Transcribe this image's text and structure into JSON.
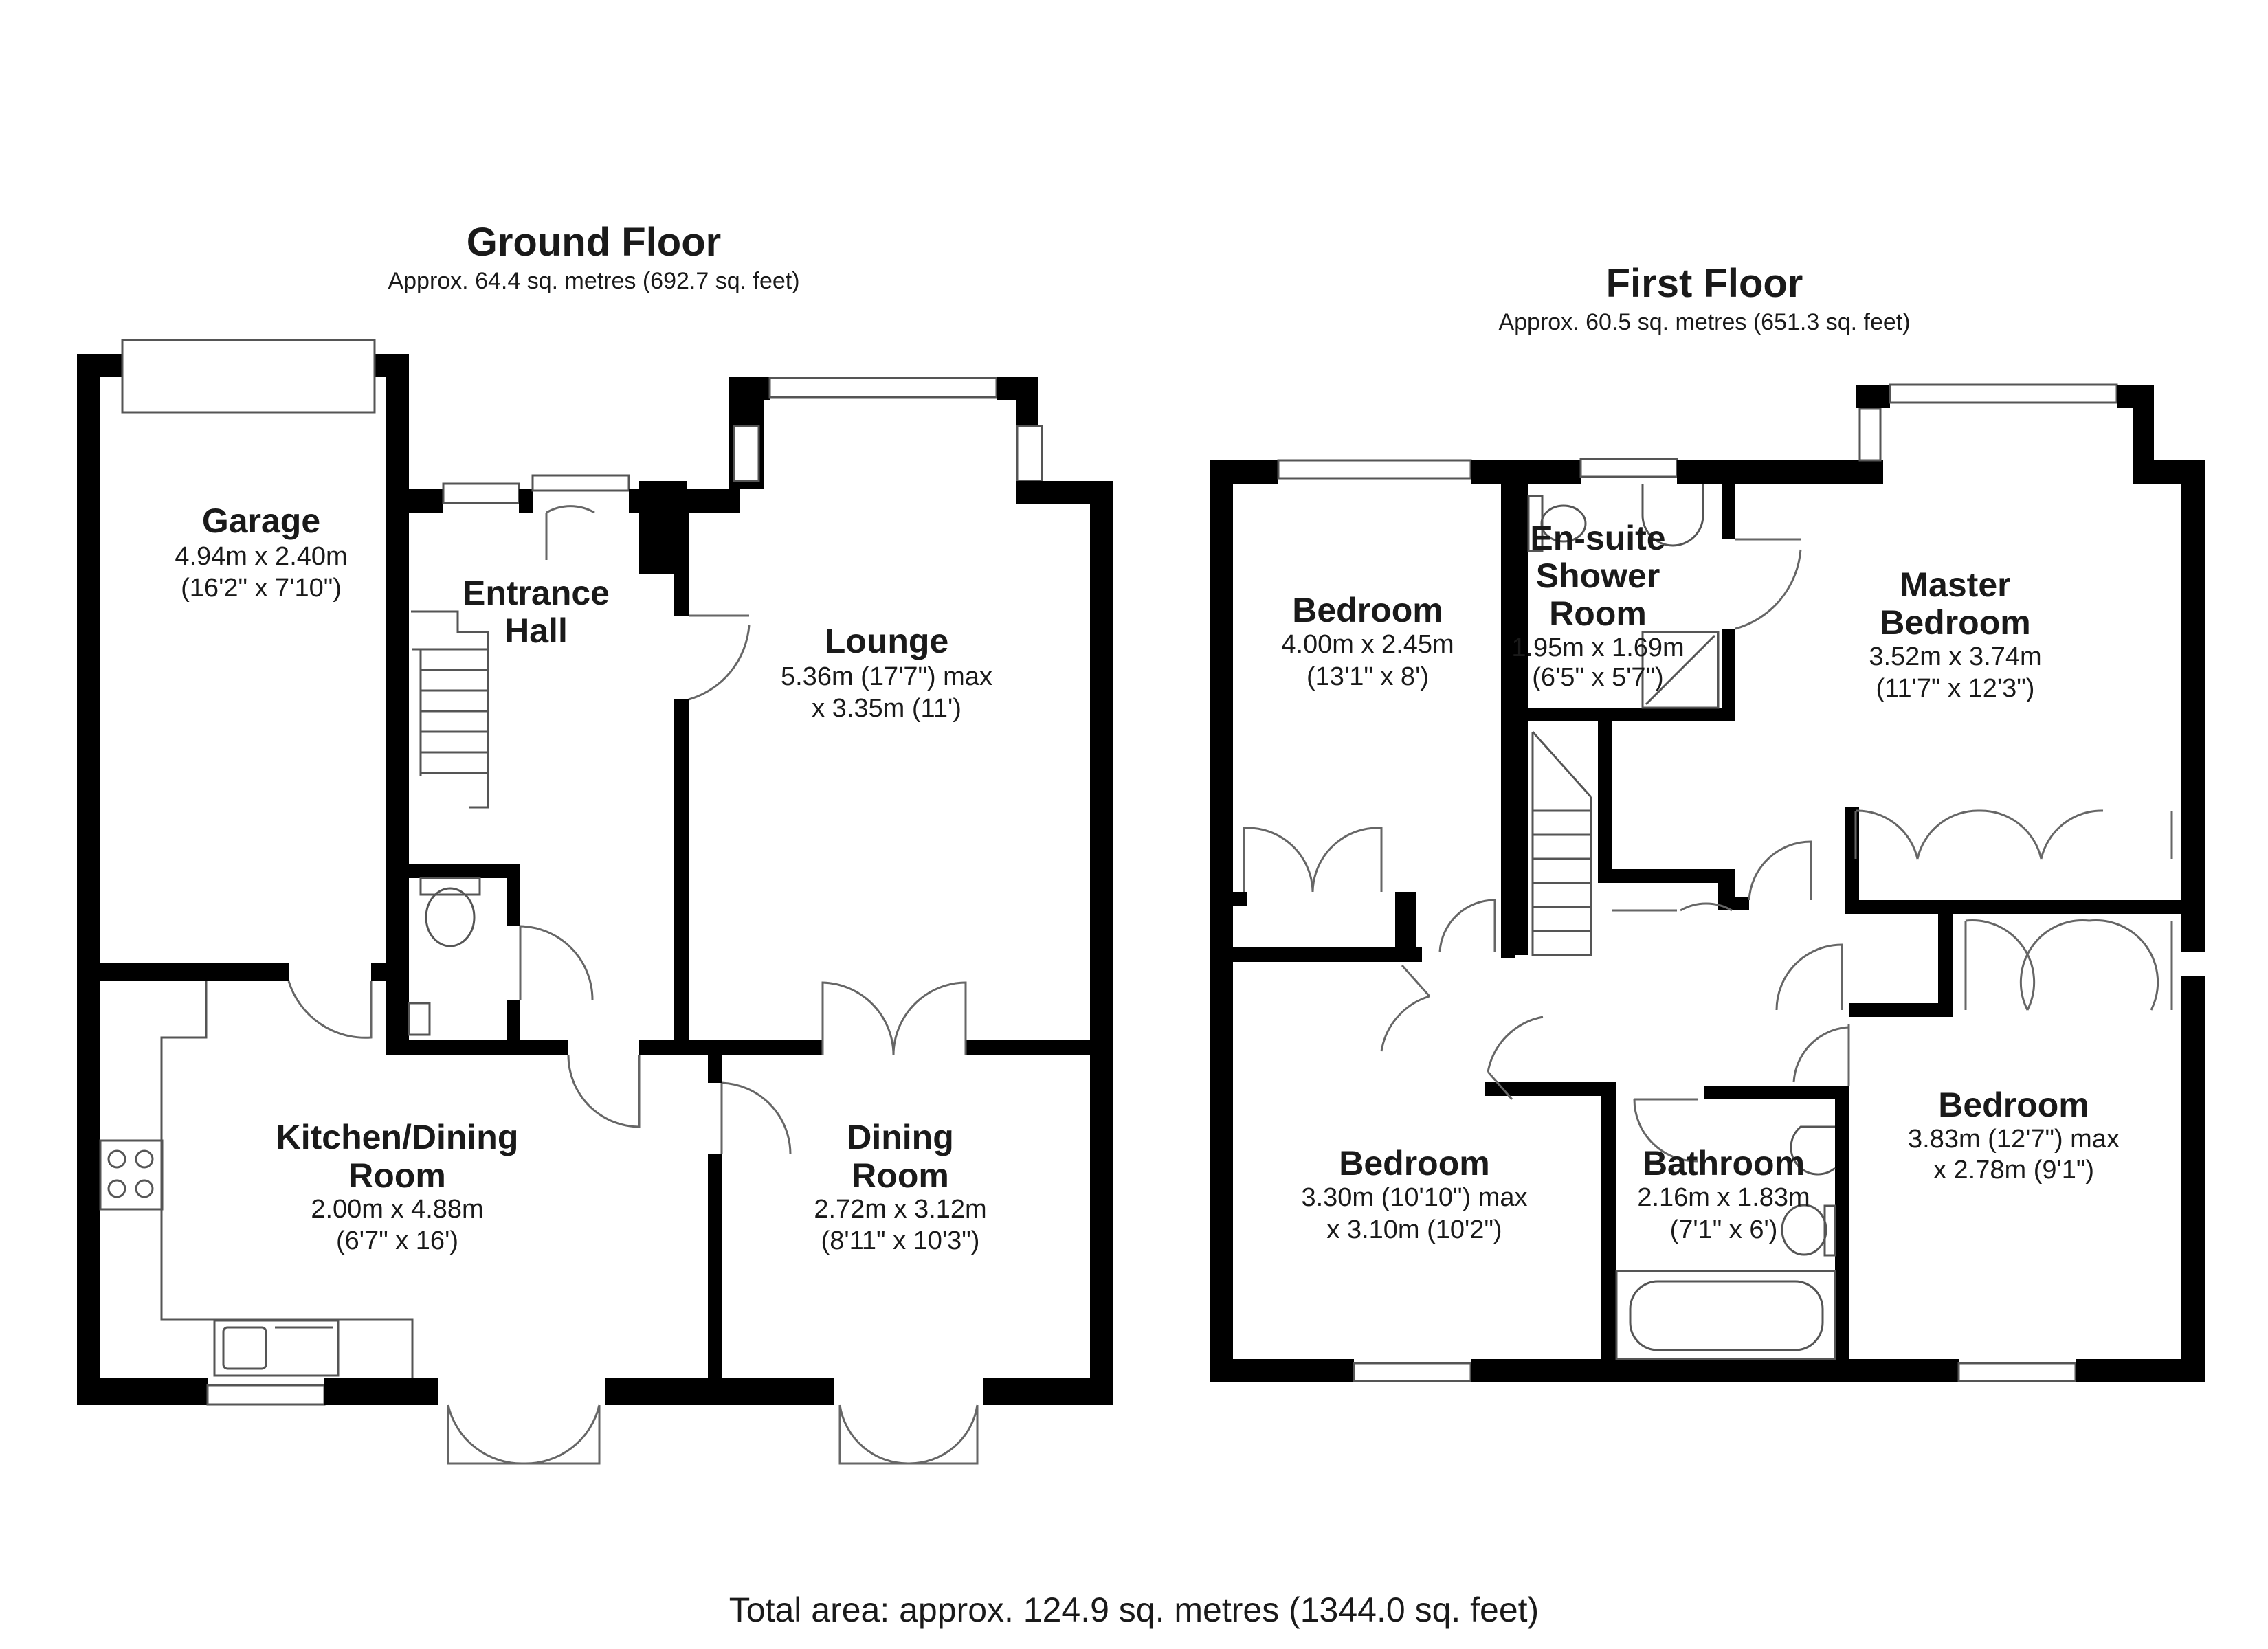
{
  "ground_floor": {
    "title": "Ground Floor",
    "area": "Approx. 64.4 sq. metres (692.7 sq. feet)",
    "rooms": {
      "garage": {
        "name": "Garage",
        "dim1": "4.94m x 2.40m",
        "dim2": "(16'2\" x 7'10\")"
      },
      "entrance_hall": {
        "name1": "Entrance",
        "name2": "Hall"
      },
      "lounge": {
        "name": "Lounge",
        "dim1": "5.36m (17'7\") max",
        "dim2": "x 3.35m (11')"
      },
      "kitchen": {
        "name1": "Kitchen/Dining",
        "name2": "Room",
        "dim1": "2.00m x 4.88m",
        "dim2": "(6'7\" x 16')"
      },
      "dining": {
        "name1": "Dining",
        "name2": "Room",
        "dim1": "2.72m x 3.12m",
        "dim2": "(8'11\" x 10'3\")"
      }
    }
  },
  "first_floor": {
    "title": "First Floor",
    "area": "Approx. 60.5 sq. metres (651.3 sq. feet)",
    "rooms": {
      "bedroom_2": {
        "name": "Bedroom",
        "dim1": "4.00m x 2.45m",
        "dim2": "(13'1\" x 8')"
      },
      "ensuite": {
        "name1": "En-suite",
        "name2": "Shower",
        "name3": "Room",
        "dim1": "1.95m x 1.69m",
        "dim2": "(6'5\" x 5'7\")"
      },
      "master": {
        "name1": "Master",
        "name2": "Bedroom",
        "dim1": "3.52m x 3.74m",
        "dim2": "(11'7\" x 12'3\")"
      },
      "bedroom_3": {
        "name": "Bedroom",
        "dim1": "3.30m (10'10\") max",
        "dim2": "x 3.10m (10'2\")"
      },
      "bathroom": {
        "name": "Bathroom",
        "dim1": "2.16m x 1.83m",
        "dim2": "(7'1\" x 6')"
      },
      "bedroom_4": {
        "name": "Bedroom",
        "dim1": "3.83m (12'7\") max",
        "dim2": "x 2.78m (9'1\")"
      }
    }
  },
  "total_area": "Total area: approx. 124.9 sq. metres (1344.0 sq. feet)"
}
